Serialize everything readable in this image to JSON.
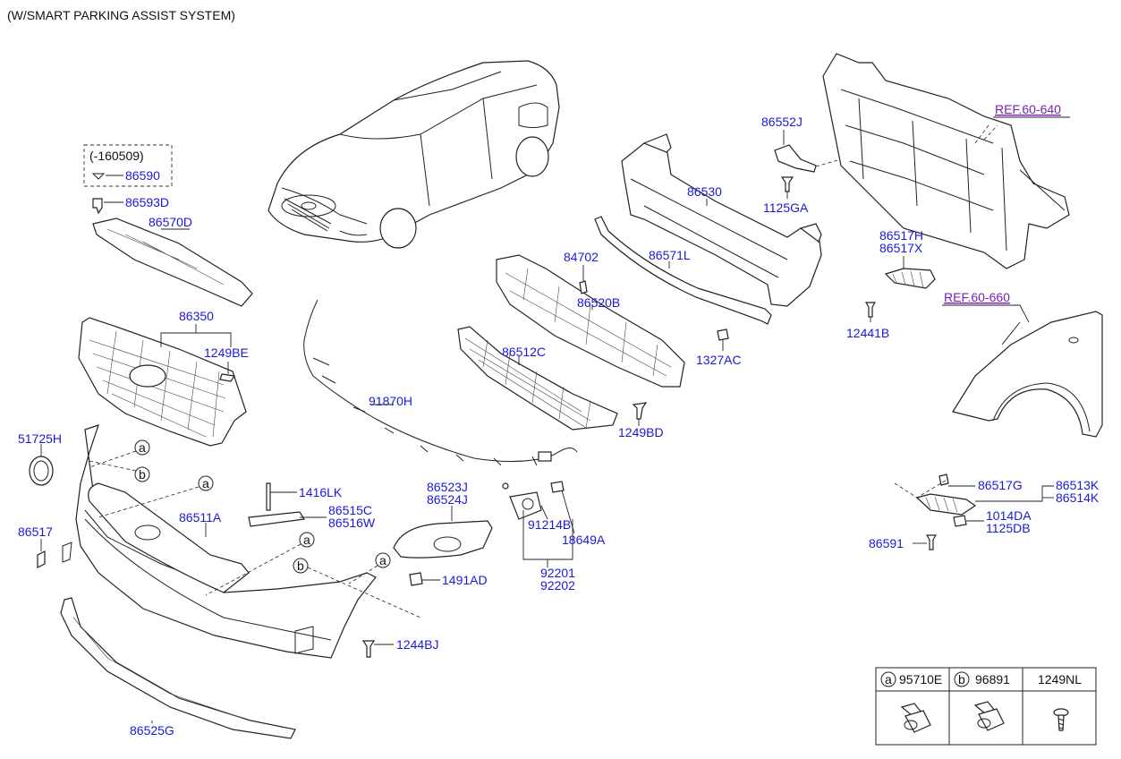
{
  "header": {
    "title": "(W/SMART PARKING ASSIST SYSTEM)"
  },
  "references": [
    {
      "id": "ref1",
      "text": "REF.60-640"
    },
    {
      "id": "ref2",
      "text": "REF.60-660"
    }
  ],
  "note_box": {
    "text": "(-160509)",
    "part": "86590"
  },
  "callout_letters": {
    "a": "a",
    "b": "b"
  },
  "parts": {
    "p86593D": "86593D",
    "p86570D": "86570D",
    "p86350": "86350",
    "p1249BE": "1249BE",
    "p51725H": "51725H",
    "p86511A": "86511A",
    "p86517": "86517",
    "p86525G": "86525G",
    "p1416LK": "1416LK",
    "p86515C": "86515C",
    "p86516W": "86516W",
    "p86523J": "86523J",
    "p86524J": "86524J",
    "p91214B": "91214B",
    "p18649A": "18649A",
    "p92201": "92201",
    "p92202": "92202",
    "p1491AD": "1491AD",
    "p1244BJ": "1244BJ",
    "p91870H": "91870H",
    "p86512C": "86512C",
    "p1249BD": "1249BD",
    "p84702": "84702",
    "p86520B": "86520B",
    "p86571L": "86571L",
    "p86530": "86530",
    "p1327AC": "1327AC",
    "p86552J": "86552J",
    "p1125GA": "1125GA",
    "p86517H": "86517H",
    "p86517X": "86517X",
    "p12441B": "12441B",
    "p86517G": "86517G",
    "p86513K": "86513K",
    "p86514K": "86514K",
    "p1014DA": "1014DA",
    "p1125DB": "1125DB",
    "p86591": "86591"
  },
  "legend": {
    "col_a_letter": "a",
    "col_a_part": "95710E",
    "col_b_letter": "b",
    "col_b_part": "96891",
    "col_c_part": "1249NL"
  },
  "colors": {
    "part_number": "#1a1ad6",
    "reference": "#7a1fb8",
    "line": "#222222"
  }
}
